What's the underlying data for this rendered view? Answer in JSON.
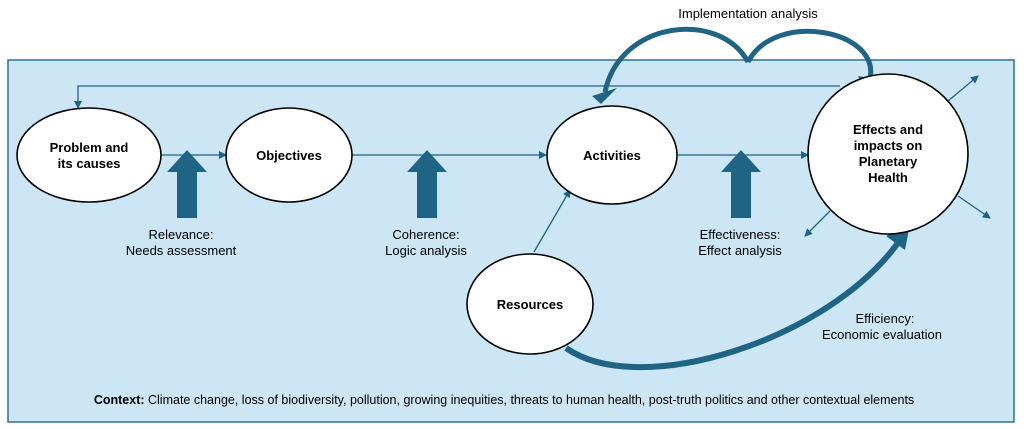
{
  "nodes": {
    "problem": [
      "Problem and",
      "its causes"
    ],
    "objectives": [
      "Objectives"
    ],
    "activities": [
      "Activities"
    ],
    "resources": [
      "Resources"
    ],
    "effects": [
      "Effects and",
      "impacts on",
      "Planetary",
      "Health"
    ]
  },
  "criteria": {
    "relevance": [
      "Relevance:",
      "Needs assessment"
    ],
    "coherence": [
      "Coherence:",
      "Logic analysis"
    ],
    "effectiveness": [
      "Effectiveness:",
      "Effect analysis"
    ],
    "efficiency": [
      "Efficiency:",
      "Economic evaluation"
    ],
    "implementation": [
      "Implementation analysis"
    ]
  },
  "context": {
    "label": "Context:",
    "text": " Climate change, loss of biodiversity, pollution, growing inequities, threats to human health, post-truth politics and other contextual elements"
  },
  "colors": {
    "background_panel": "#cde6f5",
    "panel_border": "#2f6f93",
    "arrow": "#1f6485",
    "node_fill": "#ffffff",
    "node_stroke": "#000000"
  }
}
